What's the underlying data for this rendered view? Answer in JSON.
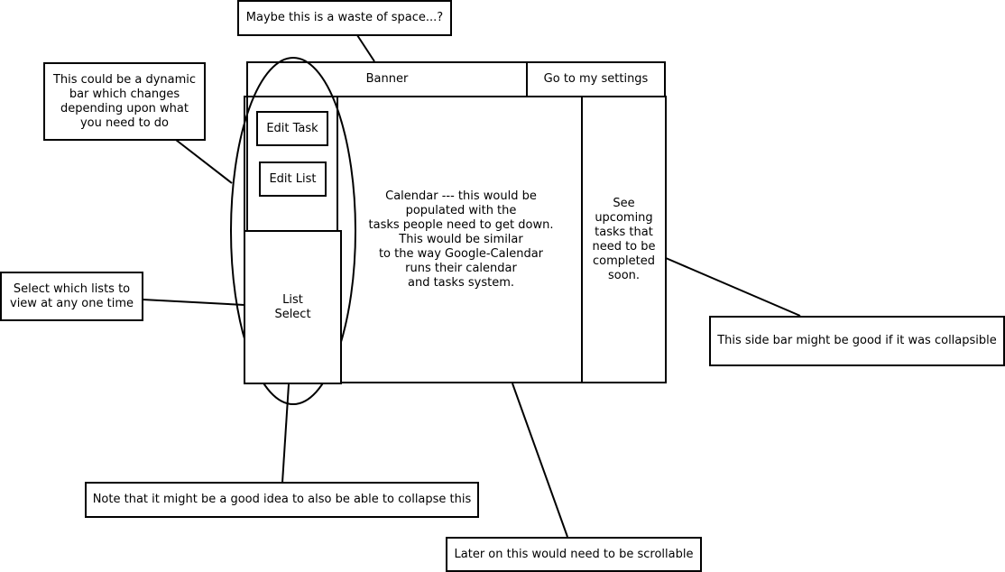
{
  "wireframe": {
    "banner": "Banner",
    "settings_button": "Go to my settings",
    "edit_task_button": "Edit Task",
    "edit_list_button": "Edit List",
    "list_select": "List\nSelect",
    "calendar_text": "Calendar --- this would be\npopulated with the\ntasks people need to get down.\nThis would be similar\nto the way Google-Calendar\nruns their calendar\nand tasks system.",
    "upcoming_text": "See\nupcoming\ntasks that\nneed to be\ncompleted\nsoon."
  },
  "notes": {
    "banner_note": "Maybe this is a waste of space...?",
    "dynamic_bar_note": "This could be a dynamic\nbar which changes\ndepending upon what\nyou need to do",
    "list_view_note": "Select which lists to\nview at any one time",
    "collapse_note": "Note that it might be a good idea to also be able to collapse this",
    "scrollable_note": "Later on this would need to be scrollable",
    "sidebar_note": "This side bar might be good if it was collapsible"
  }
}
